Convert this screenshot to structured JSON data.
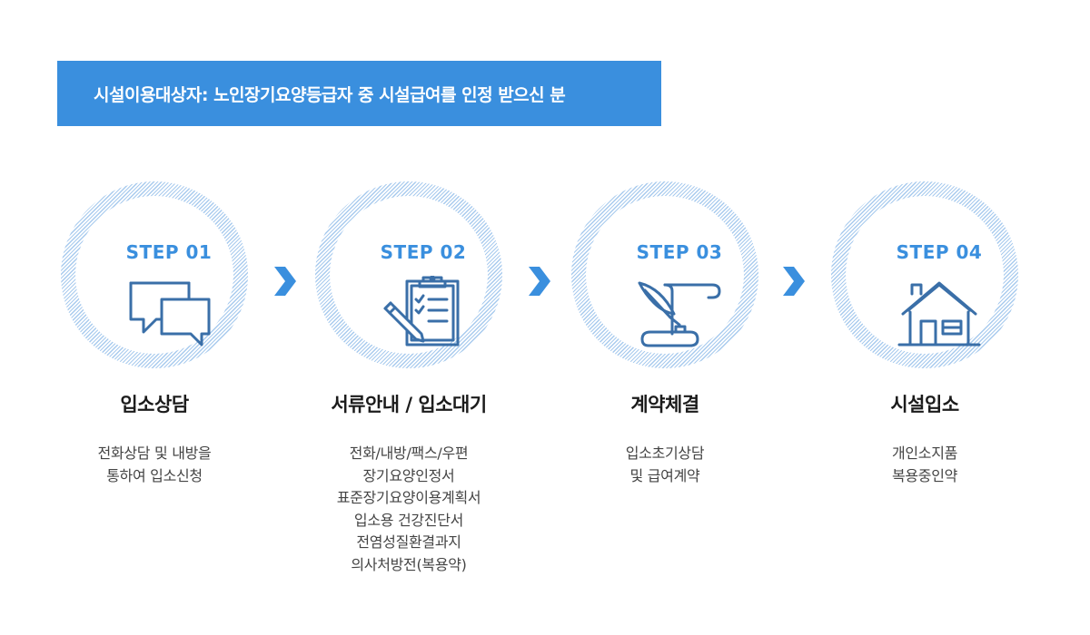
{
  "banner": {
    "text": "시설이용대상자: 노인장기요양등급자 중 시설급여를 인정 받으신 분"
  },
  "steps": [
    {
      "step_label": "STEP 01",
      "icon": "chat-bubbles-icon",
      "title": "입소상담",
      "desc": [
        "전화상담 및 내방을",
        "통하여 입소신청"
      ]
    },
    {
      "step_label": "STEP 02",
      "icon": "clipboard-pencil-icon",
      "title": "서류안내 / 입소대기",
      "desc": [
        "전화/내방/팩스/우편",
        "장기요양인정서",
        "표준장기요양이용계획서",
        "입소용 건강진단서",
        "전염성질환결과지",
        "의사처방전(복용약)"
      ]
    },
    {
      "step_label": "STEP 03",
      "icon": "quill-scroll-icon",
      "title": "계약체결",
      "desc": [
        "입소초기상담",
        "및 급여계약"
      ]
    },
    {
      "step_label": "STEP 04",
      "icon": "house-icon",
      "title": "시설입소",
      "desc": [
        "개인소지품",
        "복용중인약"
      ]
    }
  ],
  "arrow_icon": "chevron-right-icon",
  "colors": {
    "accent": "#3a8fde",
    "icon": "#3a6fa8",
    "ring": "#a9cbee"
  }
}
